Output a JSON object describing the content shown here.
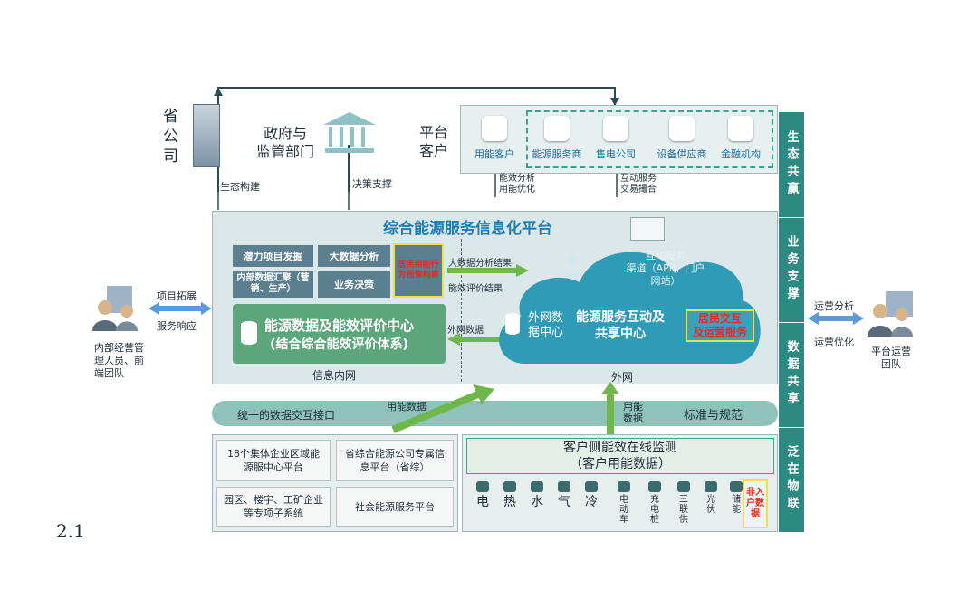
{
  "top": {
    "province_company": "省公司",
    "government": [
      "政府与",
      "监管部门"
    ],
    "platform_customer": [
      "平台",
      "客户"
    ],
    "eco_build": "生态构建",
    "decision_support": "决策支撑",
    "customers": [
      "用能客户",
      "能源服务商",
      "售电公司",
      "设备供应商",
      "金融机构"
    ],
    "link_left": [
      "能效分析",
      "用能优化"
    ],
    "link_right": [
      "互动服务",
      "交易撮合"
    ]
  },
  "platform": {
    "title": "综合能源服务信息化平台",
    "inner_cells": [
      "潜力项目发掘",
      "大数据分析",
      "内部数据汇聚（营销、生产）",
      "业务决策"
    ],
    "highlight_cell": "居民用能行为画像构建",
    "inner_center": [
      "能源数据及能效评价中心",
      "(结合综合能效评价体系)"
    ],
    "inner_net": "信息内网",
    "arrow_big_data": "大数据分析结果",
    "arrow_efficiency": "能效评价结果",
    "arrow_extranet": "外网数据",
    "cloud_service": [
      "互动服务",
      "渠道（APP、门户",
      "网站）"
    ],
    "cloud_data_center": [
      "外网数",
      "据中心"
    ],
    "cloud_center": [
      "能源服务互动及",
      "共享中心"
    ],
    "cloud_highlight": [
      "居民交互",
      "及运营服务"
    ],
    "outer_net": "外网"
  },
  "interface": {
    "label": "统一的数据交互接口",
    "energy_data": "用能数据",
    "energy_data2": [
      "用能",
      "数据"
    ],
    "standards": "标准与规范"
  },
  "left_side": {
    "arrow_top": "项目拓展",
    "arrow_bottom": "服务响应",
    "person_label": [
      "内部经营管",
      "理人员、前",
      "端团队"
    ]
  },
  "right_side": {
    "arrow_top": "运营分析",
    "arrow_bottom": "运营优化",
    "person_label": [
      "平台运营",
      "团队"
    ]
  },
  "side_columns": [
    "生态共赢",
    "业务支撑",
    "数据共享",
    "泛在物联"
  ],
  "bottom_left": [
    "18个集体企业区域能源服中心平台",
    "省综合能源公司专属信息平台（省综）",
    "园区、楼宇、工矿企业等专项子系统",
    "社会能源服务平台"
  ],
  "bottom_right": {
    "title": [
      "客户侧能效在线监测",
      "（客户用能数据）"
    ],
    "items": [
      "电",
      "热",
      "水",
      "气",
      "冷",
      "电动车",
      "充电桩",
      "三联供",
      "光伏",
      "储能"
    ],
    "highlight": "非入户数据"
  },
  "figure_label": "2.1"
}
